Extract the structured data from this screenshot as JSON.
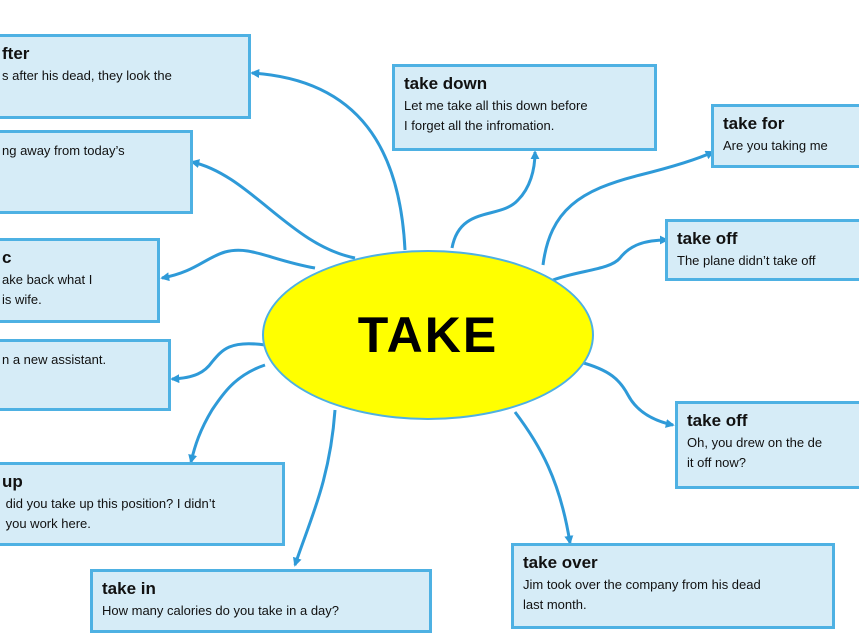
{
  "center": {
    "label": "TAKE"
  },
  "boxes": {
    "after": {
      "title": "fter",
      "text": "s after his dead, they look the"
    },
    "away": {
      "title": "",
      "text": "ng away from today’s"
    },
    "back": {
      "title": "c",
      "text": "ake back what I\nis wife."
    },
    "on": {
      "title": "",
      "text": "n a new assistant."
    },
    "up": {
      "title": "up",
      "text": " did you take up this position? I didn’t\n you work here."
    },
    "in": {
      "title": "take in",
      "text": "How many calories do you take in a day?"
    },
    "down": {
      "title": "take down",
      "text": "Let me take all this down before\nI forget all the infromation."
    },
    "for": {
      "title": "take for",
      "text": "Are you taking me"
    },
    "off1": {
      "title": "take off",
      "text": "The plane didn’t take off"
    },
    "off2": {
      "title": "take off",
      "text": "Oh, you drew on the de\nit off now?"
    },
    "over": {
      "title": "take over",
      "text": "Jim took over the company from his dead\nlast month."
    }
  },
  "colors": {
    "box_fill": "#d6ecf7",
    "box_border": "#4eb1e3",
    "connector": "#2e9ad8",
    "center_fill": "#ffff00"
  }
}
